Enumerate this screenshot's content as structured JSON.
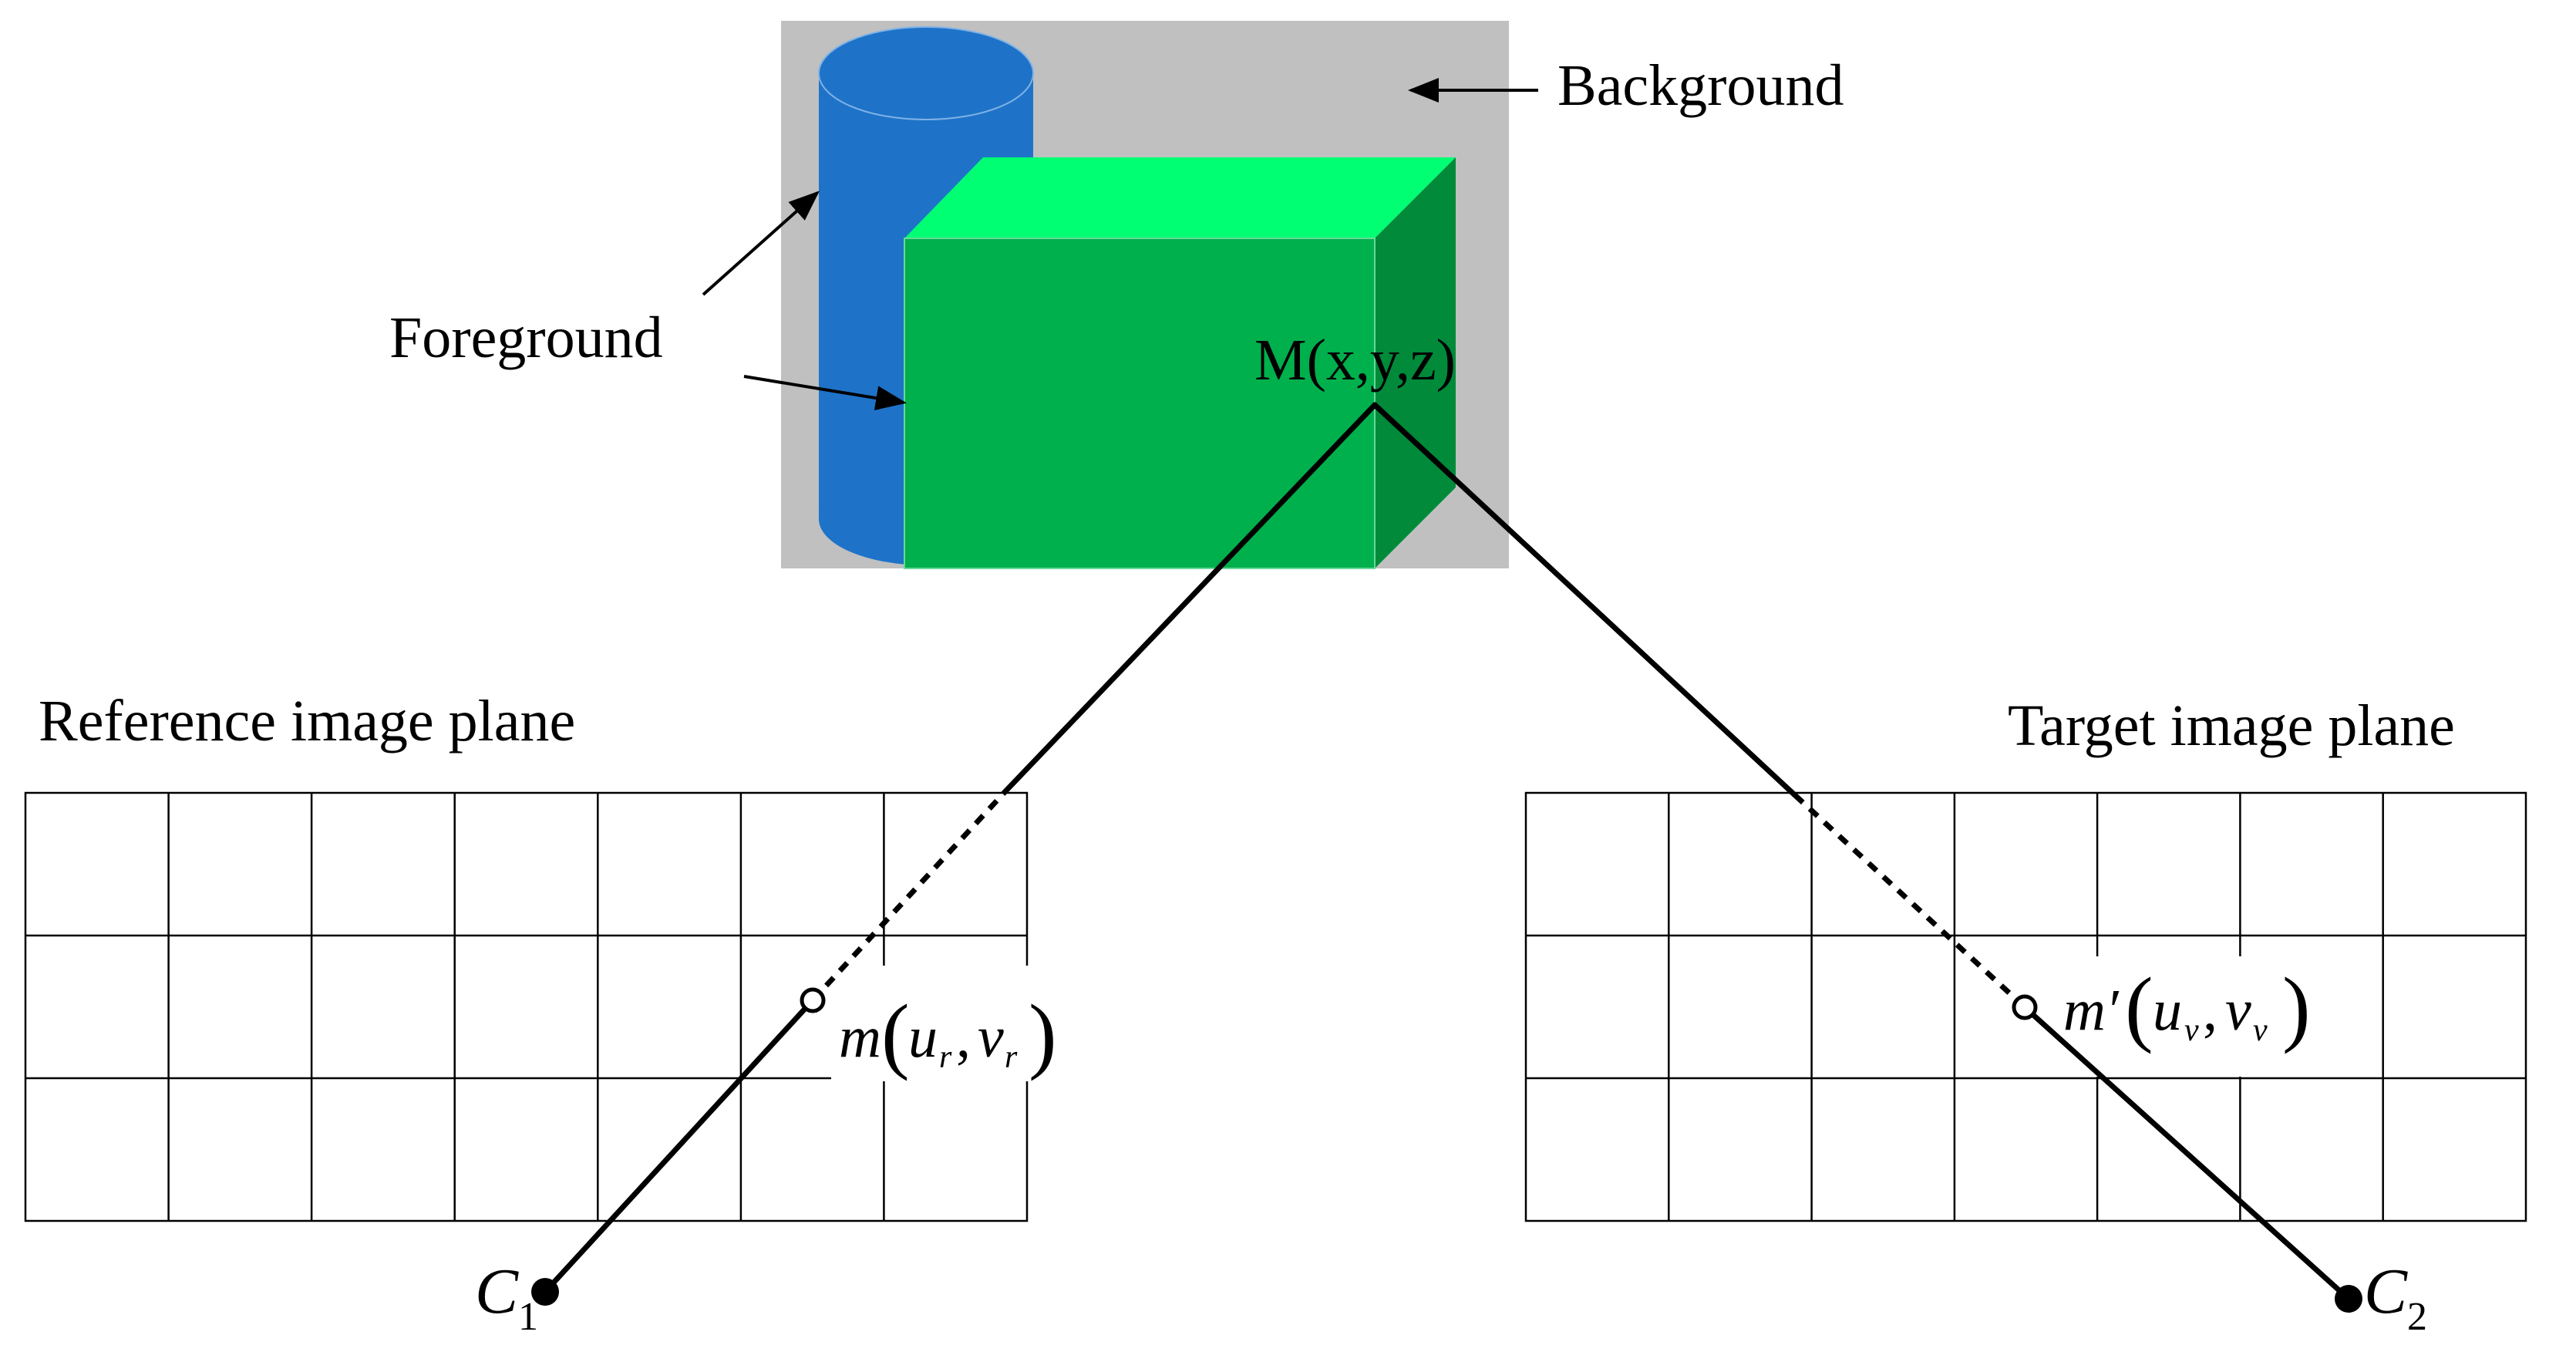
{
  "labels": {
    "background": "Background",
    "foreground": "Foreground",
    "point": "M(x,y,z)",
    "reference_plane": "Reference image plane",
    "target_plane": "Target image plane"
  },
  "ref_point": {
    "m": "m",
    "u": "u",
    "u_sub": "r",
    "v": "v",
    "v_sub": "r",
    "lparen": "(",
    "comma": ",",
    "rparen": ")"
  },
  "tgt_point": {
    "m": "m′",
    "u": "u",
    "u_sub": "v",
    "v": "v",
    "v_sub": "v",
    "lparen": "(",
    "comma": ",",
    "rparen": ")"
  },
  "cameras": {
    "c1": "C",
    "c1_sub": "1",
    "c2": "C",
    "c2_sub": "2"
  },
  "grid": {
    "rows": 3,
    "cols": 7
  },
  "colors": {
    "background_gray": "#c0c0c0",
    "cylinder_blue": "#1e73c8",
    "box_front": "#00b04c",
    "box_top": "#00ff73",
    "box_side": "#008a3a"
  }
}
